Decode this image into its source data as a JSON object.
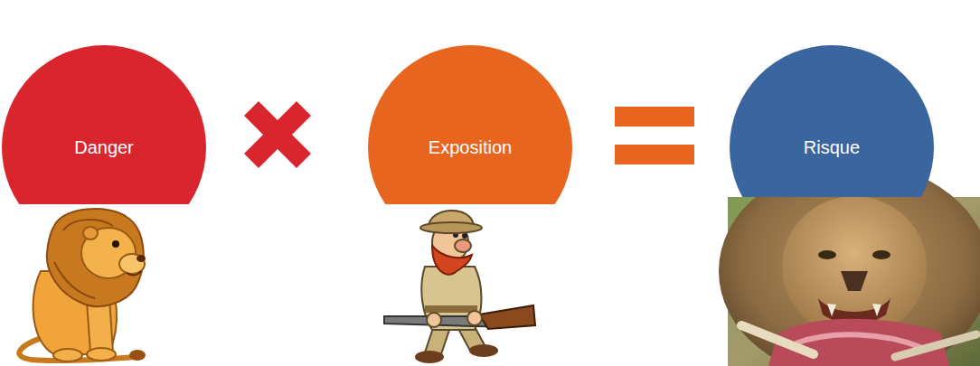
{
  "diagram": {
    "nodes": [
      {
        "text": [
          "Danger"
        ]
      },
      {
        "text": [
          "Exposition"
        ]
      },
      {
        "text": [
          "Risque"
        ]
      }
    ]
  }
}
